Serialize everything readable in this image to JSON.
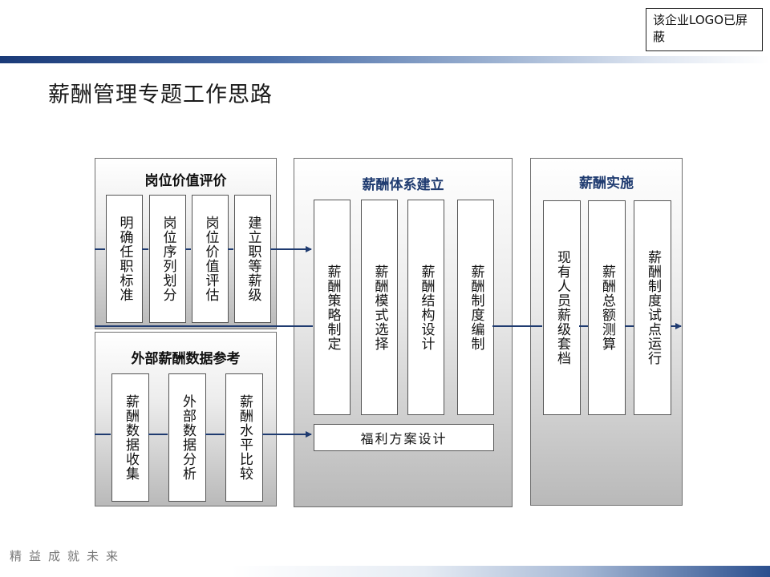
{
  "logo_notice": "该企业LOGO已屏蔽",
  "title": "薪酬管理专题工作思路",
  "job_eval": {
    "heading": "岗位价值评价",
    "steps": [
      "明确任职标准",
      "岗位序列划分",
      "岗位价值评估",
      "建立职等薪级"
    ]
  },
  "market": {
    "heading": "外部薪酬数据参考",
    "steps": [
      "薪酬数据收集",
      "外部数据分析",
      "薪酬水平比较"
    ]
  },
  "system": {
    "heading": "薪酬体系建立",
    "steps": [
      "薪酬策略制定",
      "薪酬模式选择",
      "薪酬结构设计",
      "薪酬制度编制"
    ],
    "benefit": "福利方案设计"
  },
  "implement": {
    "heading": "薪酬实施",
    "steps": [
      "现有人员薪级套档",
      "薪酬总额测算",
      "薪酬制度试点运行"
    ]
  },
  "slogan": "精益成就未来",
  "colors": {
    "arrow": "#1f3b70",
    "band": "#1a3a78"
  }
}
